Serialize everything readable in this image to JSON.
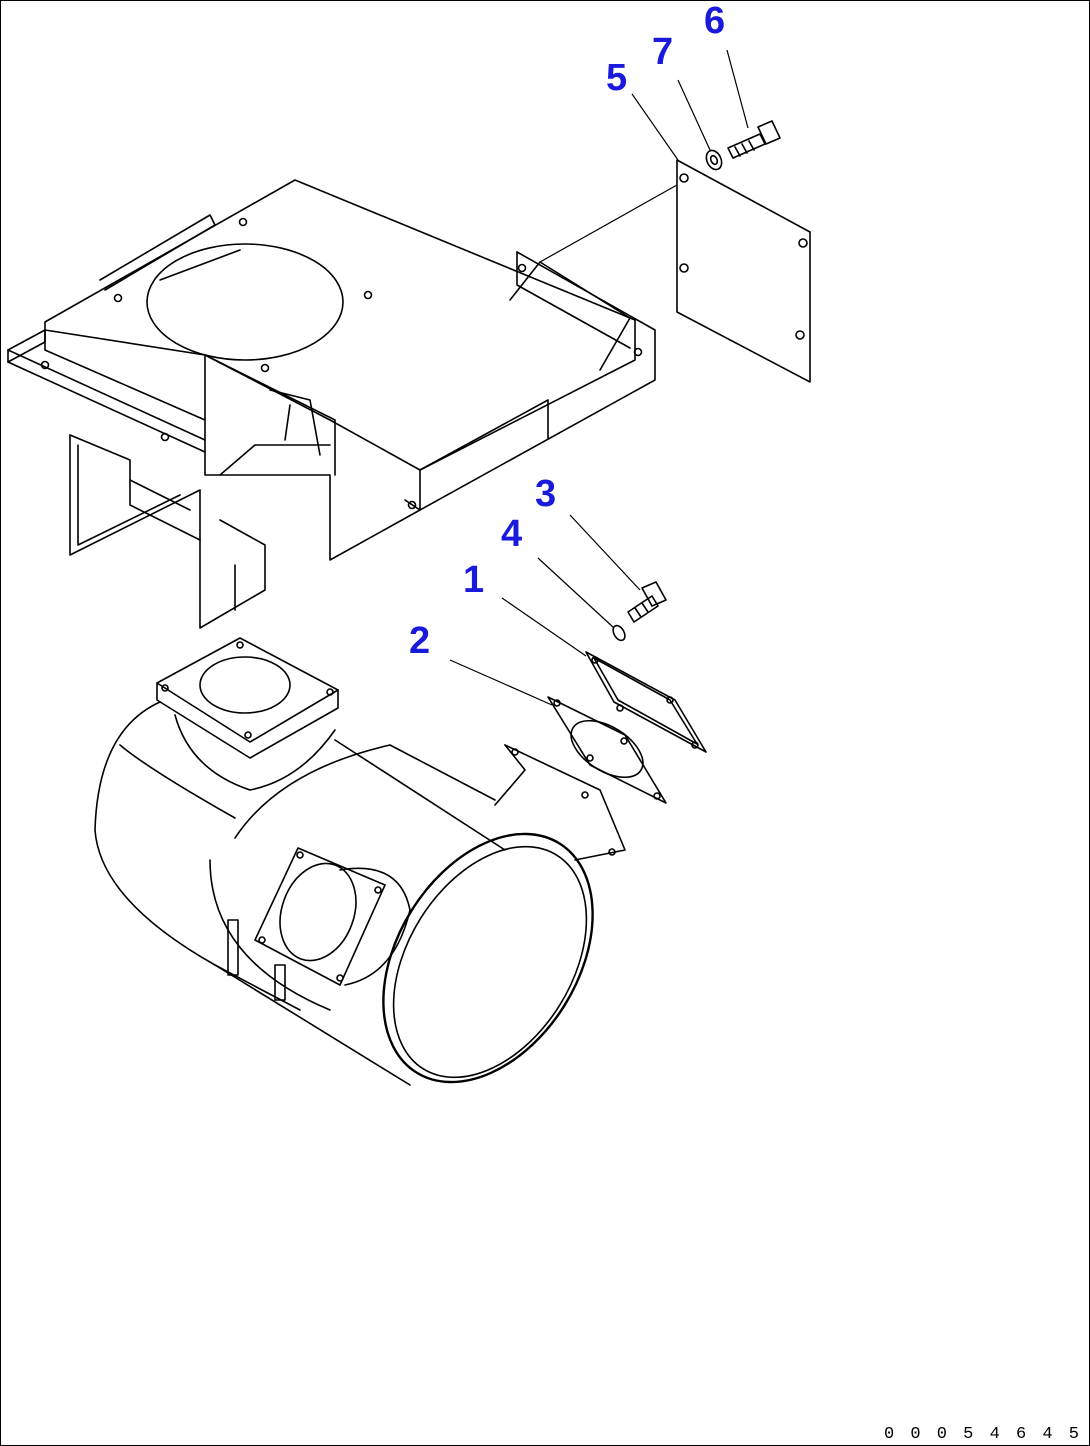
{
  "diagram": {
    "callout_color": "#1a1adc",
    "callouts": [
      {
        "id": "callout-1",
        "label": "1"
      },
      {
        "id": "callout-2",
        "label": "2"
      },
      {
        "id": "callout-3",
        "label": "3"
      },
      {
        "id": "callout-4",
        "label": "4"
      },
      {
        "id": "callout-5",
        "label": "5"
      },
      {
        "id": "callout-6",
        "label": "6"
      },
      {
        "id": "callout-7",
        "label": "7"
      }
    ],
    "drawing_code": "0 0 0 5 4 6 4 5"
  }
}
